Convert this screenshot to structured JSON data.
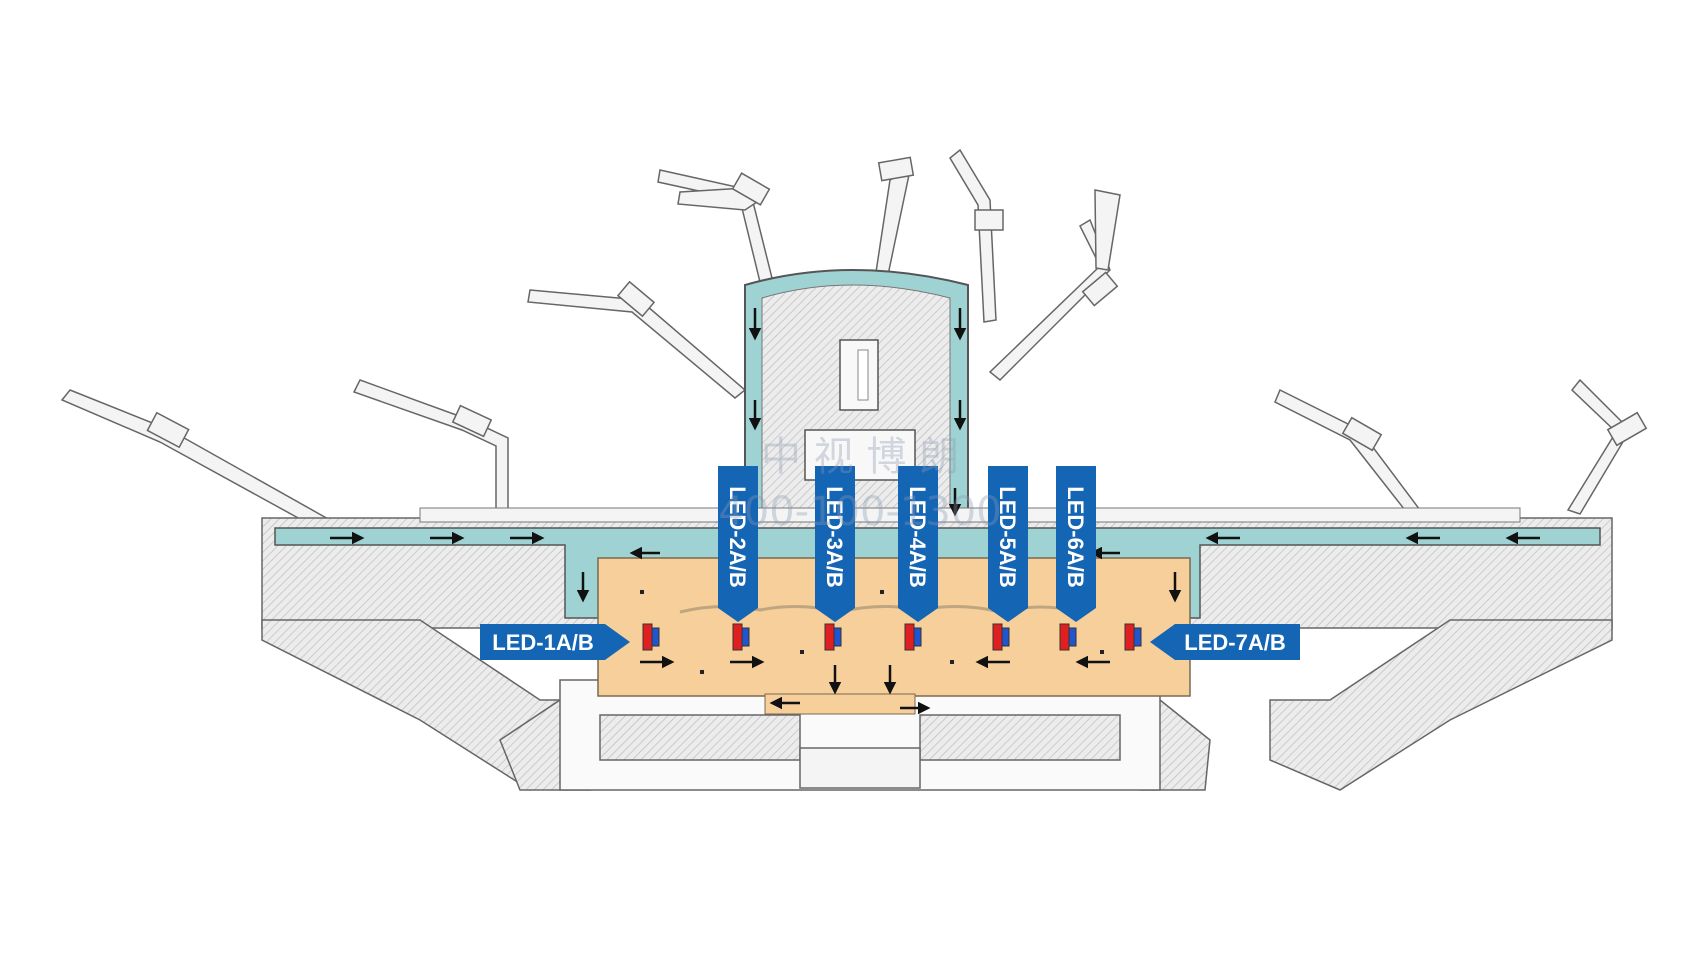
{
  "diagram": {
    "labels": {
      "led1": "LED-1A/B",
      "led2": "LED-2A/B",
      "led3": "LED-3A/B",
      "led4": "LED-4A/B",
      "led5": "LED-5A/B",
      "led6": "LED-6A/B",
      "led7": "LED-7A/B"
    },
    "watermark": {
      "line1": "中 视 博 朗",
      "line2": "400-100-1300"
    },
    "colors": {
      "walkway": "#9fd3d3",
      "ad_zone": "#f6cf9a",
      "callout": "#1565b5",
      "screen_a": "#e02020",
      "screen_b": "#2255cc",
      "hatch": "#d8d8d8",
      "line": "#555555"
    },
    "icons": [
      "flow-arrow-icon",
      "led-screen-icon"
    ]
  }
}
